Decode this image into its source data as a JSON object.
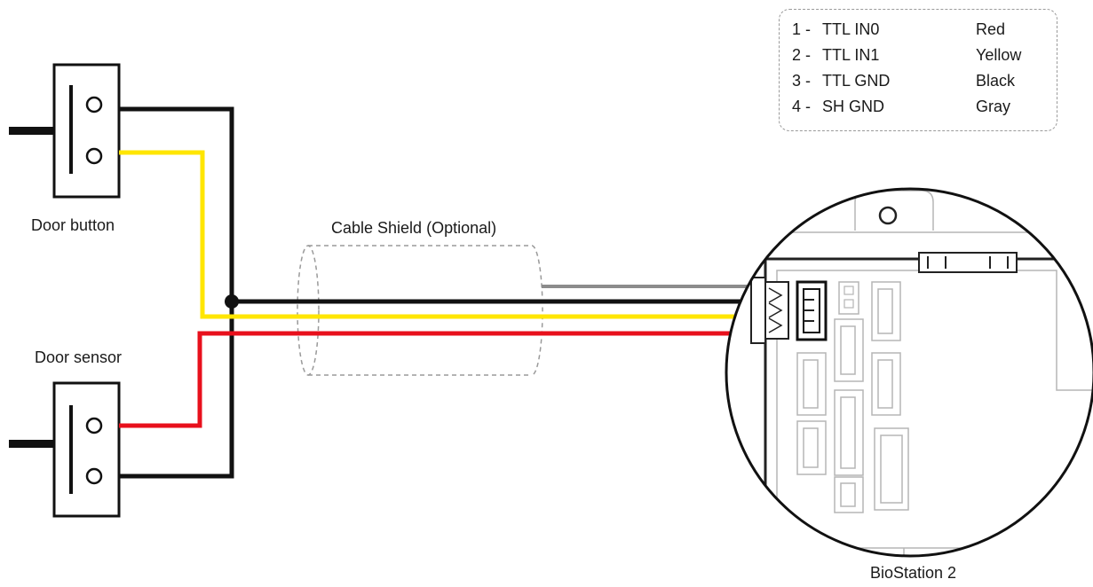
{
  "labels": {
    "door_button": "Door button",
    "door_sensor": "Door sensor",
    "cable_shield": "Cable Shield (Optional)",
    "device": "BioStation  2"
  },
  "legend": [
    {
      "pin": "1 -",
      "signal": "TTL IN0",
      "color_name": "Red"
    },
    {
      "pin": "2 -",
      "signal": "TTL IN1",
      "color_name": "Yellow"
    },
    {
      "pin": "3 -",
      "signal": "TTL GND",
      "color_name": "Black"
    },
    {
      "pin": "4 -",
      "signal": "SH  GND",
      "color_name": "Gray"
    }
  ],
  "wire_colors": {
    "red": "#e8101c",
    "yellow": "#ffe600",
    "black": "#111111",
    "gray": "#8c8c8c"
  }
}
